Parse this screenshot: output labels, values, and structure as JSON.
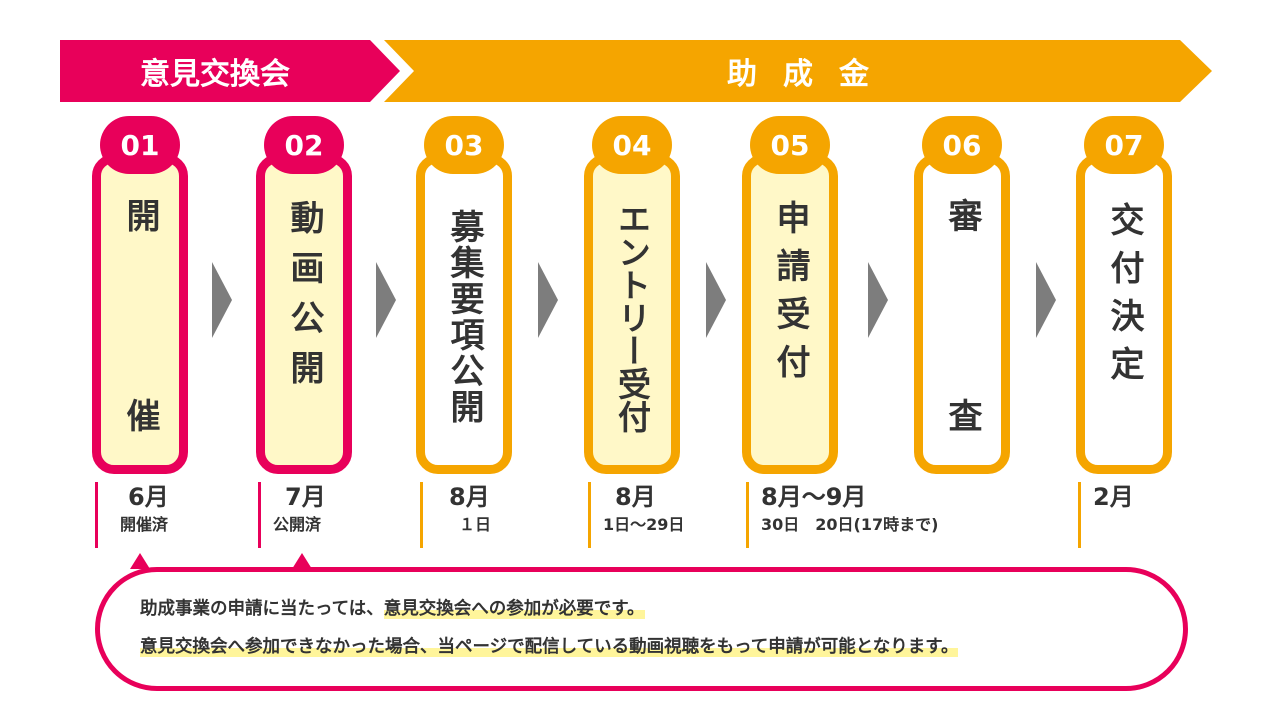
{
  "banners": {
    "left": "意見交換会",
    "right": "助成金"
  },
  "steps": [
    {
      "num": "01",
      "label": "開催",
      "date": "6月",
      "sub": "開催済"
    },
    {
      "num": "02",
      "label": "動画公開",
      "date": "7月",
      "sub": "公開済"
    },
    {
      "num": "03",
      "label": "募集要項公開",
      "date": "8月",
      "sub": "１日"
    },
    {
      "num": "04",
      "label": "エントリー受付",
      "date": "8月",
      "sub": "1日～29日"
    },
    {
      "num": "05",
      "label": "申請受付",
      "date": "8月～9月",
      "sub": "30日　20日(17時まで)"
    },
    {
      "num": "06",
      "label": "審査",
      "date": "",
      "sub": ""
    },
    {
      "num": "07",
      "label": "交付決定",
      "date": "2月",
      "sub": ""
    }
  ],
  "note": {
    "line1_a": "助成事業の申請に当たっては、",
    "line1_b": "意見交換会への参加が必要です。",
    "line2": "意見交換会へ参加できなかった場合、当ページで配信している動画視聴をもって申請が可能となります。"
  },
  "colors": {
    "pink": "#e8005a",
    "orange": "#f5a500",
    "card_fill": "#fff8c8",
    "arrow": "#7d7d7d",
    "highlight": "#fff59b"
  }
}
